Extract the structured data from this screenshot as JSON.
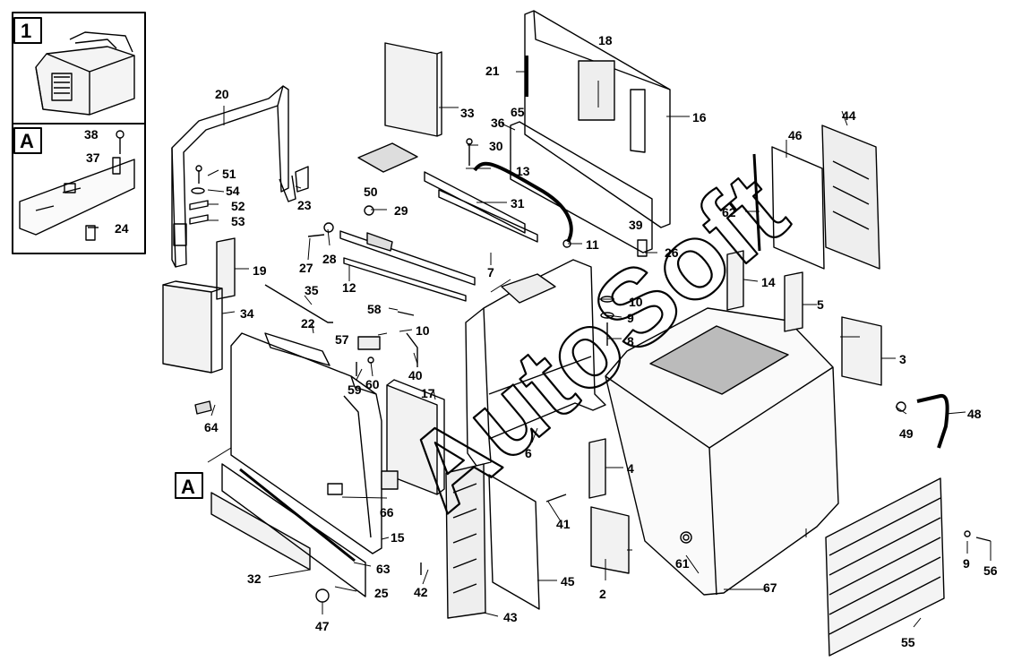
{
  "insets": {
    "overview_label": "1",
    "detail_label": "A",
    "detail_callout": "A"
  },
  "watermark": "AutoSoft",
  "callouts": [
    "1",
    "2",
    "3",
    "4",
    "5",
    "6",
    "7",
    "8",
    "9",
    "10",
    "11",
    "12",
    "13",
    "14",
    "15",
    "16",
    "17",
    "18",
    "19",
    "20",
    "21",
    "22",
    "23",
    "24",
    "25",
    "26",
    "27",
    "28",
    "29",
    "30",
    "31",
    "32",
    "33",
    "34",
    "35",
    "36",
    "37",
    "38",
    "39",
    "40",
    "41",
    "42",
    "43",
    "44",
    "45",
    "46",
    "47",
    "48",
    "49",
    "50",
    "51",
    "52",
    "53",
    "54",
    "55",
    "56",
    "57",
    "58",
    "59",
    "60",
    "61",
    "62",
    "63",
    "64",
    "65",
    "66",
    "67"
  ],
  "labels": {
    "n2": "2",
    "n3": "3",
    "n4": "4",
    "n5": "5",
    "n6": "6",
    "n7": "7",
    "n8": "8",
    "n9a": "9",
    "n9b": "9",
    "n10a": "10",
    "n10b": "10",
    "n11": "11",
    "n12": "12",
    "n13": "13",
    "n14": "14",
    "n15": "15",
    "n16": "16",
    "n17": "17",
    "n18": "18",
    "n19": "19",
    "n20": "20",
    "n21": "21",
    "n22": "22",
    "n23": "23",
    "n24": "24",
    "n25": "25",
    "n26": "26",
    "n27": "27",
    "n28": "28",
    "n29": "29",
    "n30": "30",
    "n31": "31",
    "n32": "32",
    "n33": "33",
    "n34": "34",
    "n35": "35",
    "n36": "36",
    "n37": "37",
    "n38": "38",
    "n39": "39",
    "n40": "40",
    "n41": "41",
    "n42": "42",
    "n43": "43",
    "n44": "44",
    "n45": "45",
    "n46": "46",
    "n47": "47",
    "n48": "48",
    "n49": "49",
    "n50": "50",
    "n51": "51",
    "n52": "52",
    "n53": "53",
    "n54": "54",
    "n55": "55",
    "n56": "56",
    "n57": "57",
    "n58": "58",
    "n59": "59",
    "n60": "60",
    "n61": "61",
    "n62": "62",
    "n63": "63",
    "n64": "64",
    "n65": "65",
    "n66": "66",
    "n67": "67"
  }
}
